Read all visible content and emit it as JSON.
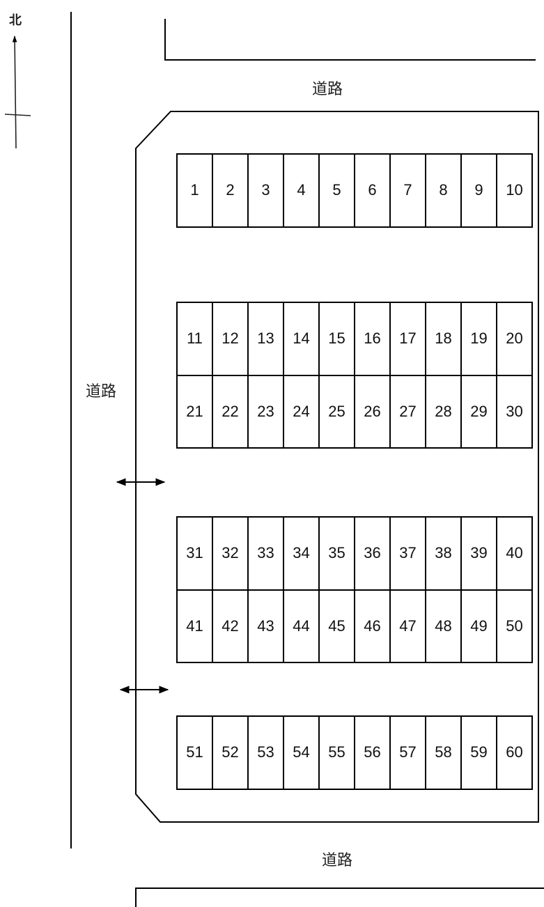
{
  "compass": {
    "label": "北",
    "direction": "north"
  },
  "roads": {
    "top": "道路",
    "left": "道路",
    "bottom": "道路"
  },
  "parking_blocks": [
    {
      "id": "block-1",
      "rows": [
        [
          "1",
          "2",
          "3",
          "4",
          "5",
          "6",
          "7",
          "8",
          "9",
          "10"
        ]
      ]
    },
    {
      "id": "block-2",
      "rows": [
        [
          "11",
          "12",
          "13",
          "14",
          "15",
          "16",
          "17",
          "18",
          "19",
          "20"
        ],
        [
          "21",
          "22",
          "23",
          "24",
          "25",
          "26",
          "27",
          "28",
          "29",
          "30"
        ]
      ]
    },
    {
      "id": "block-3",
      "rows": [
        [
          "31",
          "32",
          "33",
          "34",
          "35",
          "36",
          "37",
          "38",
          "39",
          "40"
        ],
        [
          "41",
          "42",
          "43",
          "44",
          "45",
          "46",
          "47",
          "48",
          "49",
          "50"
        ]
      ]
    },
    {
      "id": "block-4",
      "rows": [
        [
          "51",
          "52",
          "53",
          "54",
          "55",
          "56",
          "57",
          "58",
          "59",
          "60"
        ]
      ]
    }
  ],
  "entrances": [
    {
      "name": "entrance-1",
      "symbol": "double-arrow"
    },
    {
      "name": "entrance-2",
      "symbol": "double-arrow"
    }
  ],
  "colors": {
    "line": "#000000",
    "background": "#ffffff",
    "text": "#111111"
  }
}
